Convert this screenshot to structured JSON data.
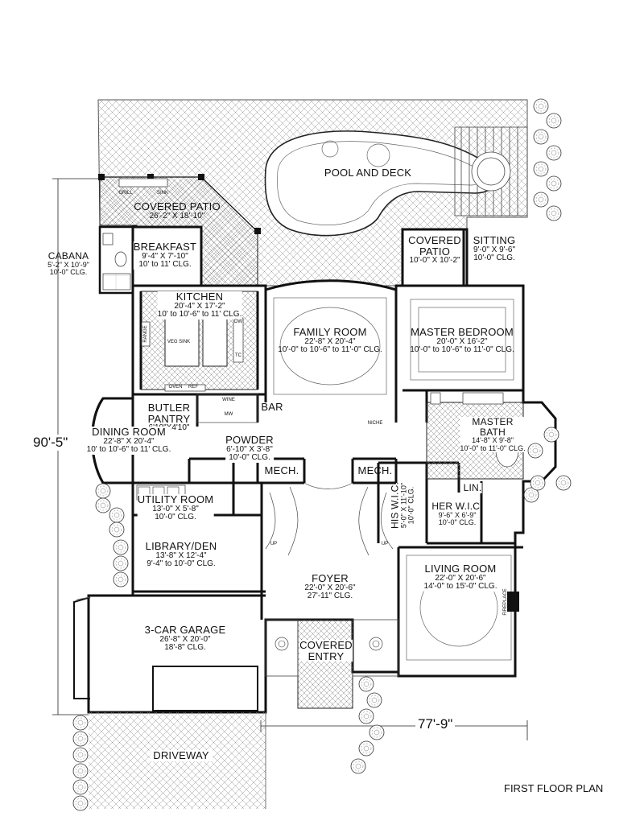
{
  "plan_title": "FIRST FLOOR PLAN",
  "dimensions": {
    "depth": "90'-5\"",
    "width": "77'-9\""
  },
  "rooms": {
    "pool_deck": {
      "name": "POOL AND DECK"
    },
    "covered_patio": {
      "name": "COVERED PATIO",
      "size": "26'-2\" X 18'-10\""
    },
    "cabana": {
      "name": "CABANA",
      "size": "5'-2\" X 10'-9\"",
      "clg": "10'-0\" CLG."
    },
    "breakfast": {
      "name": "BREAKFAST",
      "size": "9'-4\" X 7'-10\"",
      "clg": "10' to 11' CLG."
    },
    "kitchen": {
      "name": "KITCHEN",
      "size": "20'-4\" X 17'-2\"",
      "clg": "10' to 10'-6\" to 11' CLG."
    },
    "family_room": {
      "name": "FAMILY ROOM",
      "size": "22'-8\" X 20'-4\"",
      "clg": "10'-0\" to 10'-6\" to 11'-0\" CLG."
    },
    "covered_patio_2": {
      "name1": "COVERED",
      "name2": "PATIO",
      "size": "10'-0\" X 10'-2\""
    },
    "sitting": {
      "name": "SITTING",
      "size": "9'-0\" X 9'-6\"",
      "clg": "10'-0\" CLG."
    },
    "master_bedroom": {
      "name": "MASTER BEDROOM",
      "size": "20'-0\" X 16'-2\"",
      "clg": "10'-0\" to 10'-6\" to 11'-0\" CLG."
    },
    "butler_pantry": {
      "name1": "BUTLER",
      "name2": "PANTRY",
      "size": "6'10\"X4'10\""
    },
    "bar": {
      "name": "BAR"
    },
    "dining_room": {
      "name": "DINING ROOM",
      "size": "22'-8\" X 20'-4\"",
      "clg": "10' to 10'-6\" to 11' CLG."
    },
    "powder": {
      "name": "POWDER",
      "size": "6'-10\" X 3'-8\"",
      "clg": "10'-0\" CLG."
    },
    "mech_1": {
      "name": "MECH."
    },
    "mech_2": {
      "name": "MECH."
    },
    "master_bath": {
      "name1": "MASTER",
      "name2": "BATH",
      "size": "14'-8\" X 9'-8\"",
      "clg": "10'-0\" to 11'-0\" CLG."
    },
    "lin": {
      "name": "LIN."
    },
    "his_wic": {
      "name": "HIS W.I.C.",
      "size": "5'-0\" X 11'-10\"",
      "clg": "10'-0\" CLG."
    },
    "her_wic": {
      "name": "HER W.I.C.",
      "size": "9'-6\" X 6'-9\"",
      "clg": "10'-0\" CLG."
    },
    "utility_room": {
      "name": "UTILITY ROOM",
      "size": "13'-0\" X 5'-8\"",
      "clg": "10'-0\" CLG."
    },
    "library": {
      "name": "LIBRARY/DEN",
      "size": "13'-8\" X 12'-4\"",
      "clg": "9'-4\" to 10'-0\" CLG."
    },
    "foyer": {
      "name": "FOYER",
      "size": "22'-0\" X 20'-6\"",
      "clg": "27'-11\" CLG."
    },
    "living_room": {
      "name": "LIVING ROOM",
      "size": "22'-0\" X 20'-6\"",
      "clg": "14'-0\" to 15'-0\" CLG."
    },
    "garage": {
      "name": "3-CAR GARAGE",
      "size": "26'-8\" X 20'-0\"",
      "clg": "18'-8\" CLG."
    },
    "covered_entry": {
      "name1": "COVERED",
      "name2": "ENTRY"
    },
    "driveway": {
      "name": "DRIVEWAY"
    }
  },
  "fixture_tags": {
    "grill": "GRILL",
    "sink": "SINK",
    "range": "RANGE",
    "veg_sink": "VEG SINK",
    "dw": "DW",
    "oven": "OVEN",
    "ref": "REF",
    "tc": "TC",
    "niche": "NICHE",
    "up": "UP",
    "fireplace": "FIREPLACE",
    "wine": "WINE",
    "mw": "MW"
  }
}
